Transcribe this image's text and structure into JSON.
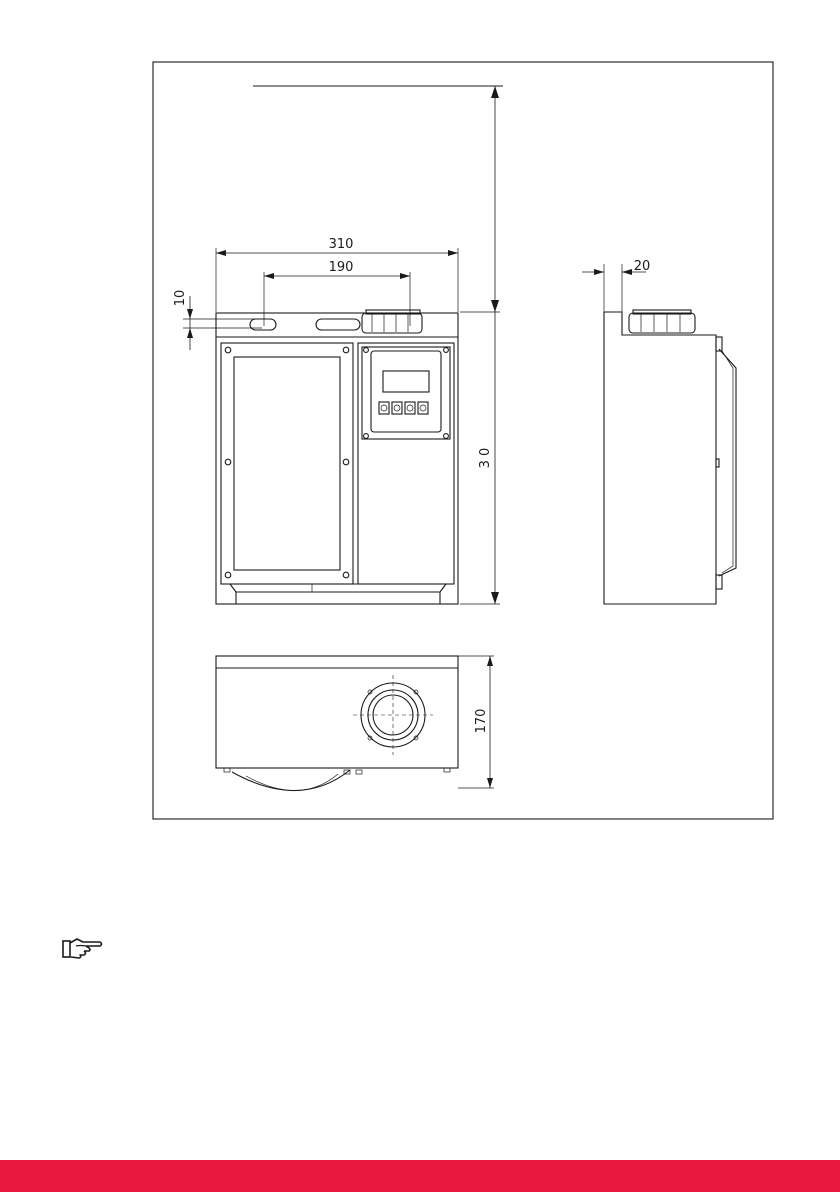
{
  "dimensions": {
    "width_total": "310",
    "hole_spacing": "190",
    "slot_offset": "10",
    "height": "3 0",
    "side_depth": "20",
    "bottom_depth": "170"
  },
  "icons": {
    "note": "pointing-hand-icon"
  },
  "colors": {
    "footer": "#e8193c",
    "line": "#1a1a1a"
  }
}
